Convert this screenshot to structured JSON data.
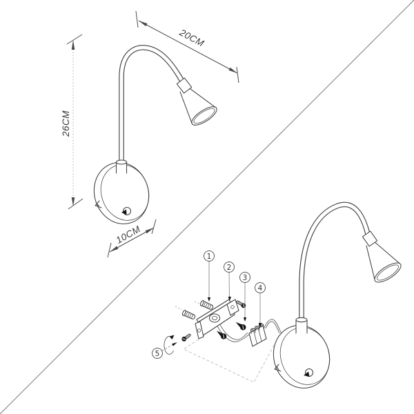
{
  "dimensions": {
    "top": "20CM",
    "left": "26CM",
    "bottom": "10CM"
  },
  "callouts": {
    "c1": "1",
    "c2": "2",
    "c3": "3",
    "c4": "4",
    "c5": "5"
  },
  "colors": {
    "line": "#3f3f3f",
    "dimension": "#4a4a4a",
    "divider": "#7d7d7d",
    "construction_dash": "#b8b8b8",
    "solid_fill": "#141414",
    "background": "#ffffff"
  }
}
